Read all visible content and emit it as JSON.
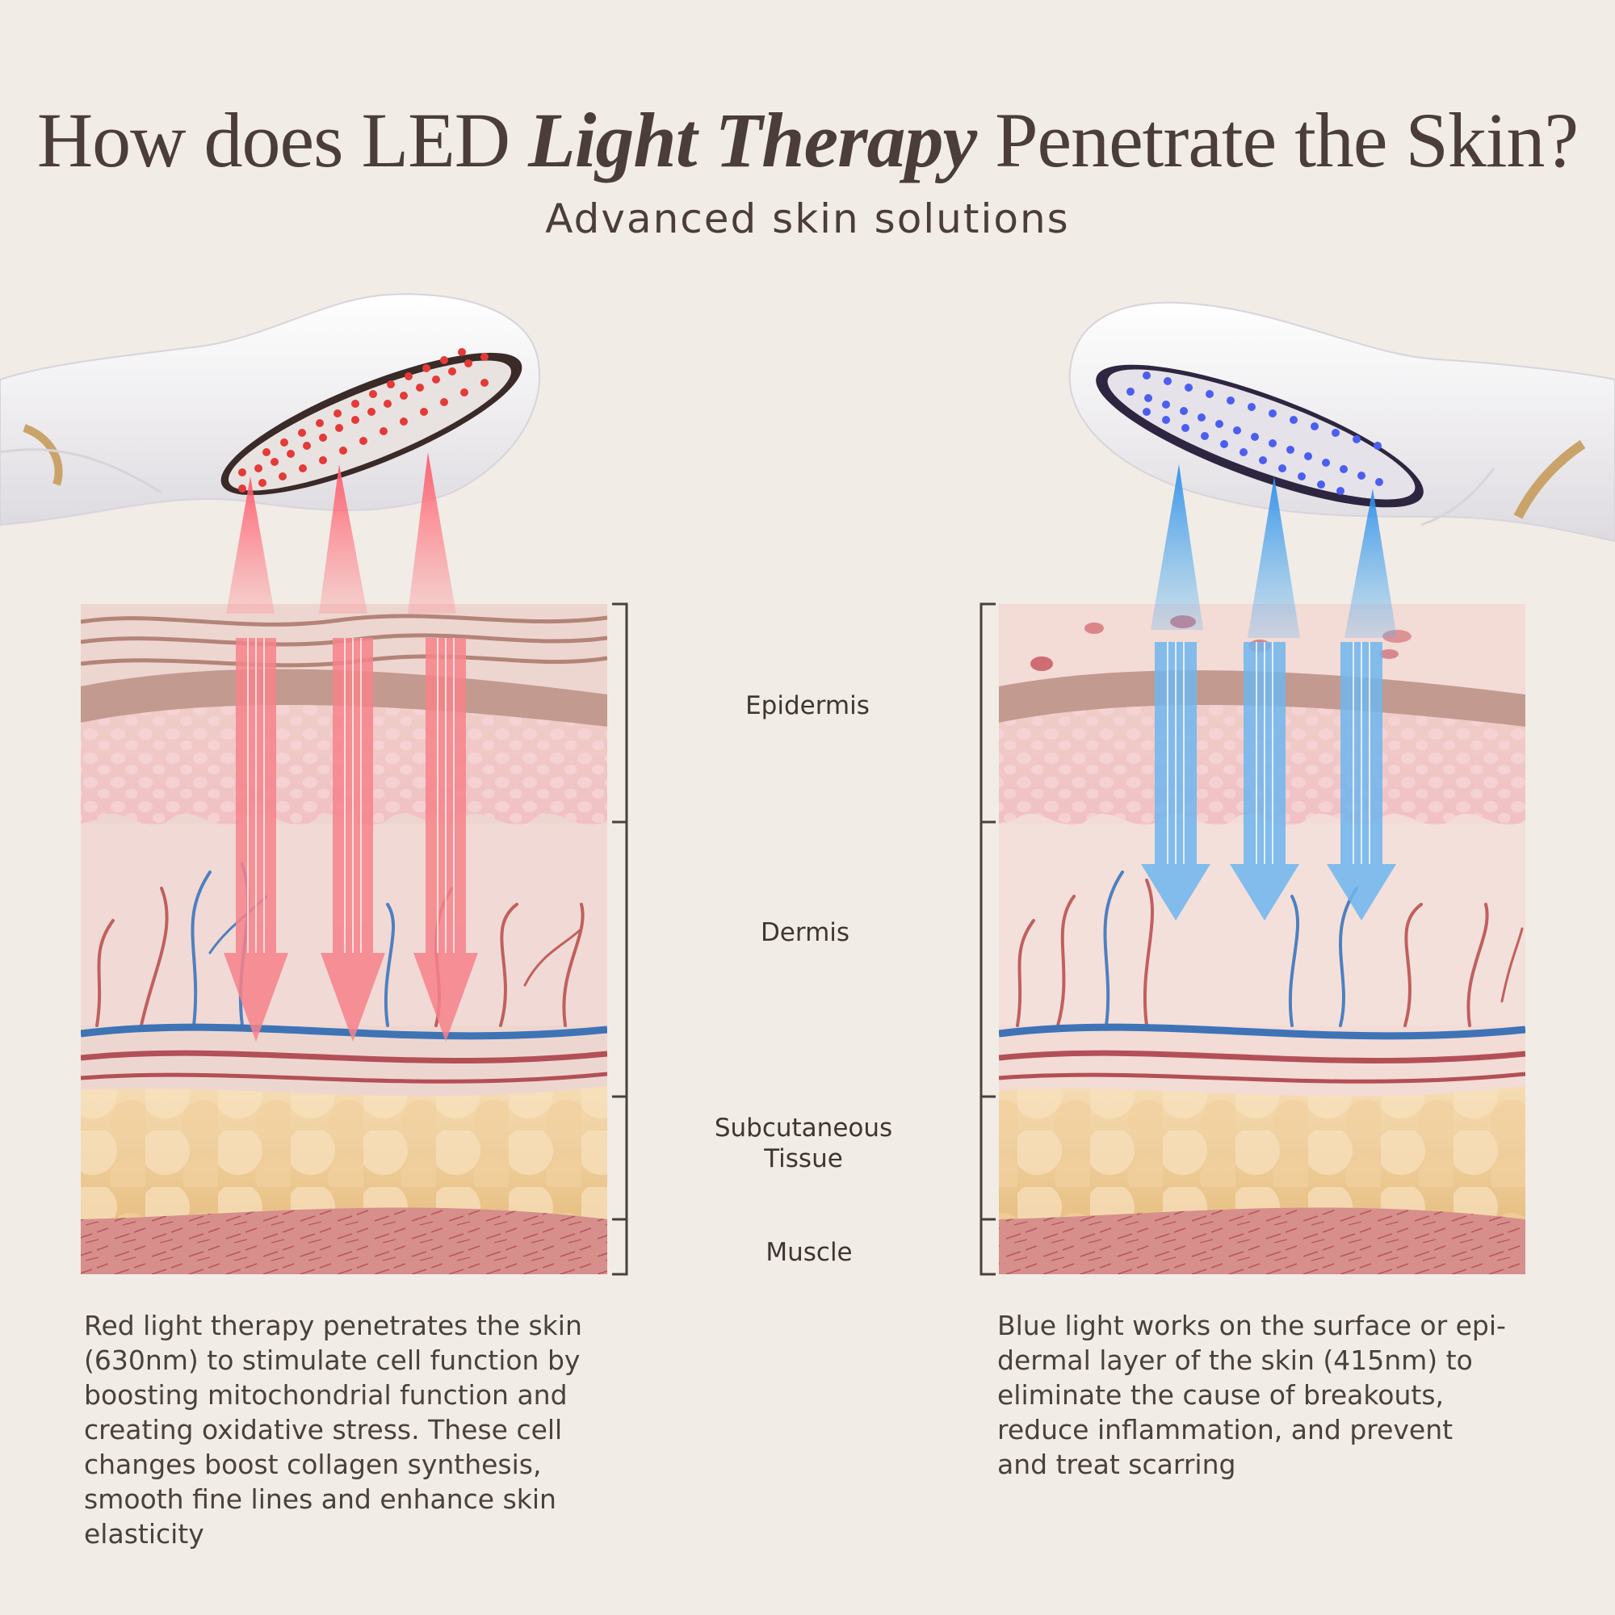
{
  "header": {
    "title_before": "How does LED ",
    "title_emphasis": "Light Therapy",
    "title_after": " Penetrate the Skin?",
    "subtitle": "Advanced skin solutions"
  },
  "layers": {
    "epidermis": "Epidermis",
    "dermis": "Dermis",
    "subcutaneous": "Subcutaneous\nTissue",
    "muscle": "Muscle"
  },
  "panels": {
    "red": {
      "description": "Red light therapy penetrates the skin\n(630nm) to stimulate cell function by\nboosting mitochondrial function and\ncreating oxidative stress. These cell\nchanges boost collagen synthesis,\nsmooth fine lines and enhance skin\nelasticity"
    },
    "blue": {
      "description": "Blue light works on the surface or epi-\ndermal layer of the skin (415nm) to\neliminate the cause of breakouts,\nreduce inflammation, and prevent\nand treat scarring"
    }
  },
  "colors": {
    "background": "#f1ece6",
    "red_light": "#f2606a",
    "blue_light": "#4aa3e8",
    "text": "#4b3d39"
  },
  "icons": {
    "red_device": "led-wand-red-icon",
    "blue_device": "led-wand-blue-icon"
  }
}
